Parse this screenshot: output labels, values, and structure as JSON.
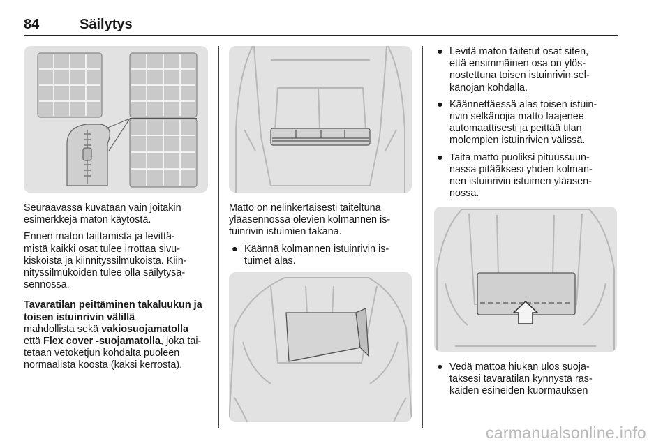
{
  "header": {
    "page_number": "84",
    "section_title": "Säilytys"
  },
  "col1": {
    "para1": [
      "Seuraavassa kuvataan vain joitakin",
      "esimerkkejä maton käytöstä."
    ],
    "para2": [
      "Ennen maton taittamista ja levittä-",
      "mistä kaikki osat tulee irrottaa sivu-",
      "kiskoista ja kiinnityssilmukoista. Kiin-",
      "nityssilmukoiden tulee olla säilytysa-",
      "sennossa."
    ],
    "heading": [
      "Tavaratilan peittäminen takaluukun ja",
      "toisen istuinrivin välillä"
    ],
    "para3": {
      "line1": "mahdollista sekä ",
      "bold1": "vakiosuojamatolla",
      "line2a": "että ",
      "bold2": "Flex cover -suojamatolla",
      "line2b": ", joka tai-",
      "line3": "tetaan vetoketjun kohdalta puoleen",
      "line4": "normaalista koosta (kaksi kerrosta)."
    }
  },
  "col2": {
    "para1": [
      "Matto on nelinkertaisesti taiteltuna",
      "yläasennossa olevien kolmannen is-",
      "tuinrivin istuimien takana."
    ],
    "bullet1": [
      "Käännä kolmannen istuinrivin is-",
      "tuimet alas."
    ]
  },
  "col3": {
    "bullet1": [
      "Levitä maton taitetut osat siten,",
      "että ensimmäinen osa on ylös-",
      "nostettuna toisen istuinrivin sel-",
      "känojan kohdalla."
    ],
    "bullet2": [
      "Käännettäessä alas toisen istuin-",
      "rivin selkänojia matto laajenee",
      "automaattisesti ja peittää tilan",
      "molempien istuinrivien välissä."
    ],
    "bullet3": [
      "Taita matto puoliksi pituussuun-",
      "nassa pitääksesi yhden kolman-",
      "nen istuinrivin istuimen yläasen-",
      "nossa."
    ],
    "bullet4": [
      "Vedä mattoa hiukan ulos suoja-",
      "taksesi tavaratilan kynnystä ras-",
      "kaiden esineiden kuormauksen"
    ]
  },
  "bullet_symbol": "●",
  "watermark": "carmanualsonline.info"
}
